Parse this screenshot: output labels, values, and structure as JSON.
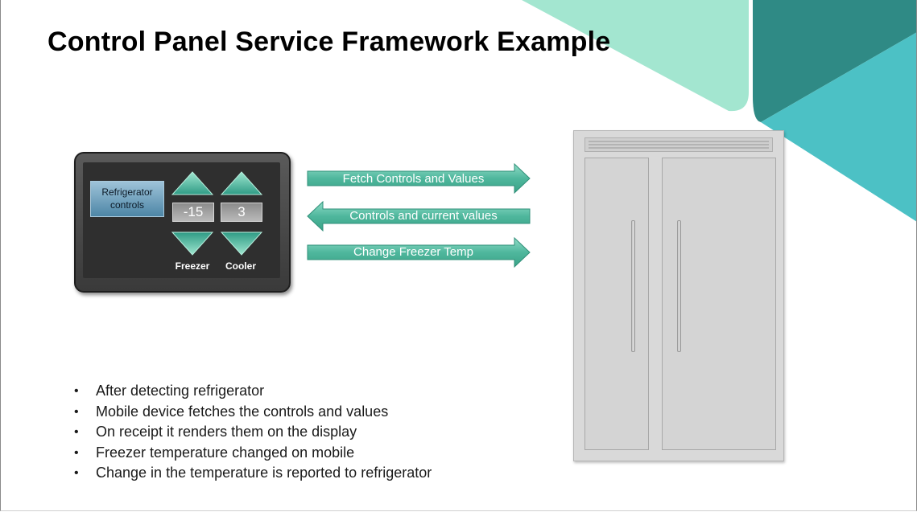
{
  "slide": {
    "title": "Control Panel Service Framework Example"
  },
  "control_panel": {
    "button_label_line1": "Refrigerator",
    "button_label_line2": "controls",
    "freezer_value": "-15",
    "cooler_value": "3",
    "freezer_label": "Freezer",
    "cooler_label": "Cooler",
    "icons": [
      "freezer-up-arrow-icon",
      "cooler-up-arrow-icon",
      "freezer-down-arrow-icon",
      "cooler-down-arrow-icon"
    ]
  },
  "arrows": [
    {
      "label": "Fetch Controls and Values",
      "direction": "right"
    },
    {
      "label": "Controls and current values",
      "direction": "left"
    },
    {
      "label": "Change  Freezer Temp",
      "direction": "right"
    }
  ],
  "bullets": [
    "After detecting refrigerator",
    "Mobile device fetches the controls and values",
    "On receipt it renders them on the display",
    "Freezer temperature changed on mobile",
    "Change in the temperature is reported to refrigerator"
  ],
  "colors": {
    "arrow_teal": "#5bbfa9",
    "decor_light_teal": "#a3e6d0",
    "decor_dark_teal": "#2f8a85",
    "decor_turquoise": "#4cc1c5",
    "panel_button_blue": "#4d86a6"
  }
}
